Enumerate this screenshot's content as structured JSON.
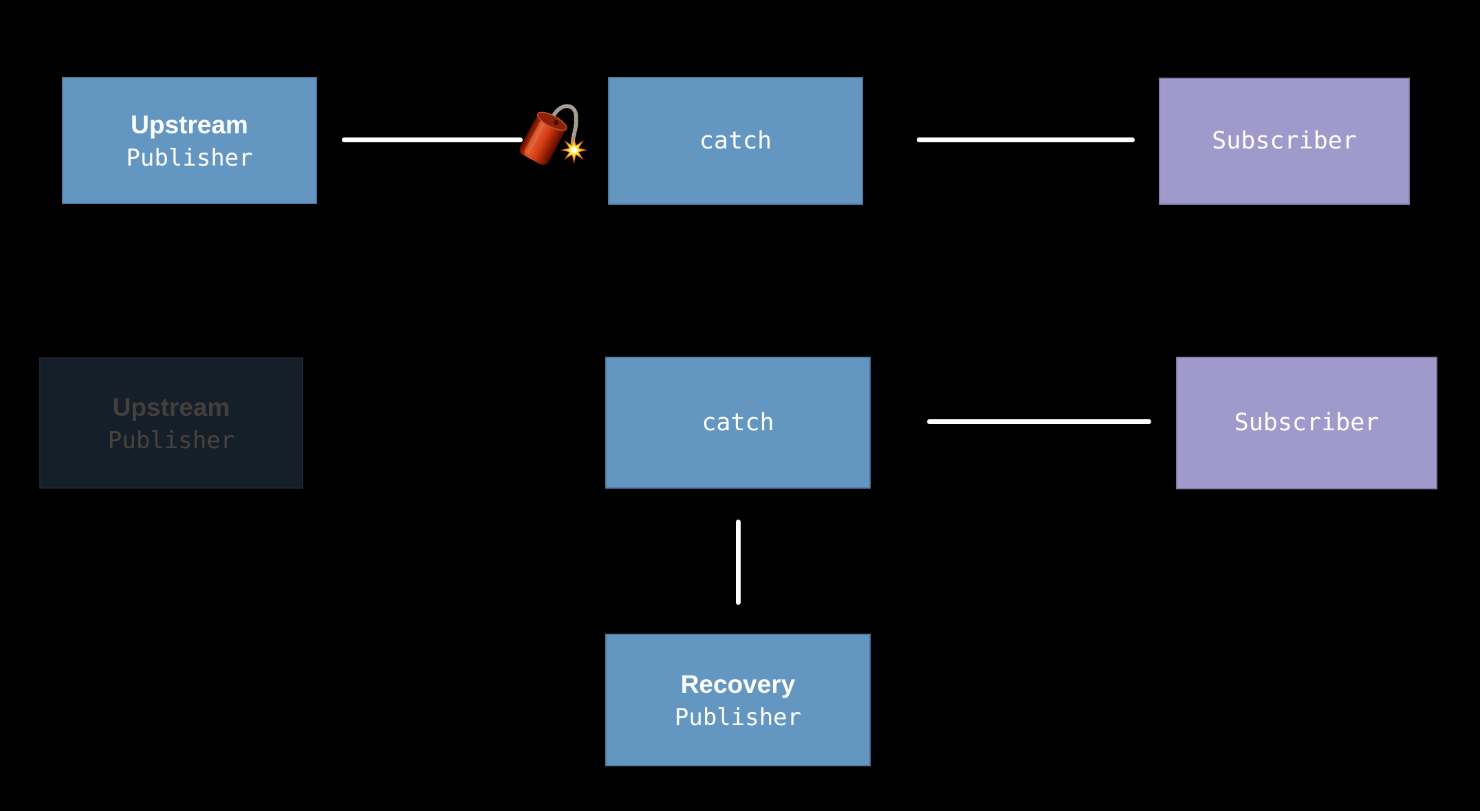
{
  "colors": {
    "background": "#000000",
    "publisher_box": "#6496c2",
    "subscriber_box": "#9f99cc",
    "dimmed_box_bg": "#151f29",
    "dimmed_title": "#453f3b",
    "dimmed_subtitle": "#4a433d",
    "box_text": "#ffffff",
    "connector": "#ffffff"
  },
  "top_row": {
    "upstream": {
      "title": "Upstream",
      "subtitle": "Publisher"
    },
    "operator": {
      "label": "catch"
    },
    "subscriber": {
      "label": "Subscriber"
    }
  },
  "middle_row": {
    "upstream_dimmed": {
      "title": "Upstream",
      "subtitle": "Publisher"
    },
    "operator": {
      "label": "catch"
    },
    "subscriber": {
      "label": "Subscriber"
    }
  },
  "bottom_row": {
    "recovery": {
      "title": "Recovery",
      "subtitle": "Publisher"
    }
  },
  "icons": {
    "failure_icon": "firecracker"
  }
}
